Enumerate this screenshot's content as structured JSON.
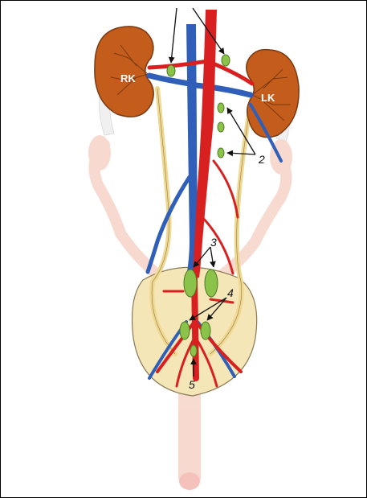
{
  "labels": {
    "right_kidney": "RK",
    "left_kidney": "LK",
    "n2": "2",
    "n3": "3",
    "n4": "4",
    "n5": "5"
  },
  "colors": {
    "kidney": "#c45c1c",
    "kidney_edge": "#7a3a12",
    "vein": "#2f5fb8",
    "artery": "#d92020",
    "ureter": "#f0d890",
    "node": "#8bc34a",
    "node_edge": "#4f7a22",
    "bladder": "#f5e6b8",
    "ghost_organ": "#f6d3c8"
  }
}
